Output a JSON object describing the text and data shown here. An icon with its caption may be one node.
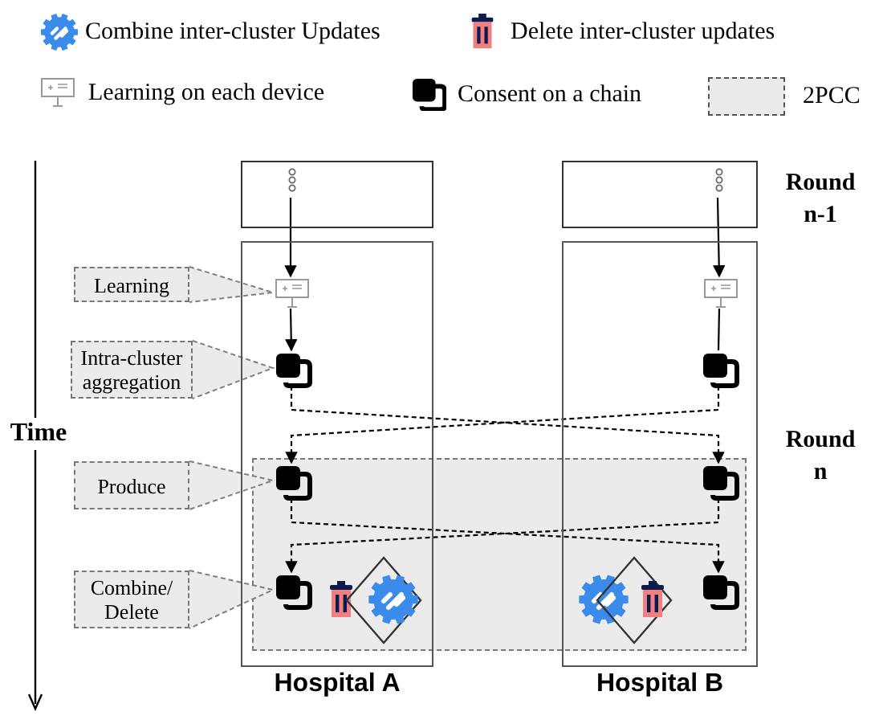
{
  "diagram": {
    "nodes": [
      {
        "text": [],
        "shape": "box"
      },
      {
        "text": [],
        "shape": "dots",
        "in": 0
      },
      {
        "text": [],
        "shape": "box"
      },
      {
        "text": [],
        "shape": "dots",
        "in": 2
      },
      {
        "text": [
          "Hospital A"
        ]
      },
      {
        "text": [
          "Hospital B"
        ]
      },
      {
        "text": [
          "Learning"
        ]
      },
      {
        "text": [],
        "shape": "chalkboard",
        "in": 4
      },
      {
        "text": [],
        "shape": "chalkboard",
        "in": 5
      },
      {
        "text": [
          "Intra-cluster aggregation"
        ]
      },
      {
        "text": [],
        "shape": "squares",
        "in": 4
      },
      {
        "text": [],
        "shape": "squares",
        "in": 5
      },
      {
        "text": [
          "Produce"
        ]
      },
      {
        "text": [],
        "shape": "squares",
        "in": 4
      },
      {
        "text": [],
        "shape": "squares",
        "in": 5
      },
      {
        "text": [
          "Combine/ Delete"
        ]
      },
      {
        "text": [],
        "shape": "squares",
        "in": 4
      },
      {
        "text": [],
        "shape": "bin",
        "in": 4
      },
      {
        "text": [],
        "shape": "diamond",
        "in": 4
      },
      {
        "text": [],
        "shape": "gear",
        "in": 18
      },
      {
        "text": [],
        "shape": "gear",
        "in": 5
      },
      {
        "text": [],
        "shape": "diamond",
        "in": 5
      },
      {
        "text": [],
        "shape": "bin",
        "in": 21
      },
      {
        "text": [],
        "shape": "squares",
        "in": 5
      }
    ],
    "edges": [
      {
        "from": 1,
        "to": 7,
        "arrow": "to"
      },
      {
        "from": 3,
        "to": 8,
        "arrow": "to"
      },
      {
        "from": 6,
        "to": 7,
        "arrow": "to",
        "style": "dashed",
        "color": "#808080"
      },
      {
        "from": 7,
        "to": 10,
        "arrow": "to"
      },
      {
        "from": 8,
        "to": 11,
        "arrow": "none"
      },
      {
        "from": 9,
        "to": 10,
        "arrow": "to",
        "style": "dashed",
        "color": "#808080"
      },
      {
        "from": 10,
        "to": 14,
        "arrow": "to",
        "style": "dashed"
      },
      {
        "from": 11,
        "to": 13,
        "arrow": "to",
        "style": "dashed"
      },
      {
        "from": 12,
        "to": 13,
        "arrow": "to",
        "style": "dashed",
        "color": "#808080"
      },
      {
        "from": 13,
        "to": 23,
        "arrow": "to",
        "style": "dashed"
      },
      {
        "from": 14,
        "to": 16,
        "arrow": "to",
        "style": "dashed"
      },
      {
        "from": 15,
        "to": 16,
        "arrow": "to",
        "style": "dashed",
        "color": "#808080"
      }
    ],
    "labels": [
      "Round n-1",
      "Time",
      "Round n"
    ],
    "legend": [
      {
        "text": "Combine inter-cluster Updates"
      },
      {
        "text": "Delete inter-cluster updates"
      },
      {
        "text": "Learning on each device"
      },
      {
        "text": "Consent on a chain"
      },
      {
        "text": "2PCC",
        "color": "#ebebeb"
      }
    ]
  }
}
